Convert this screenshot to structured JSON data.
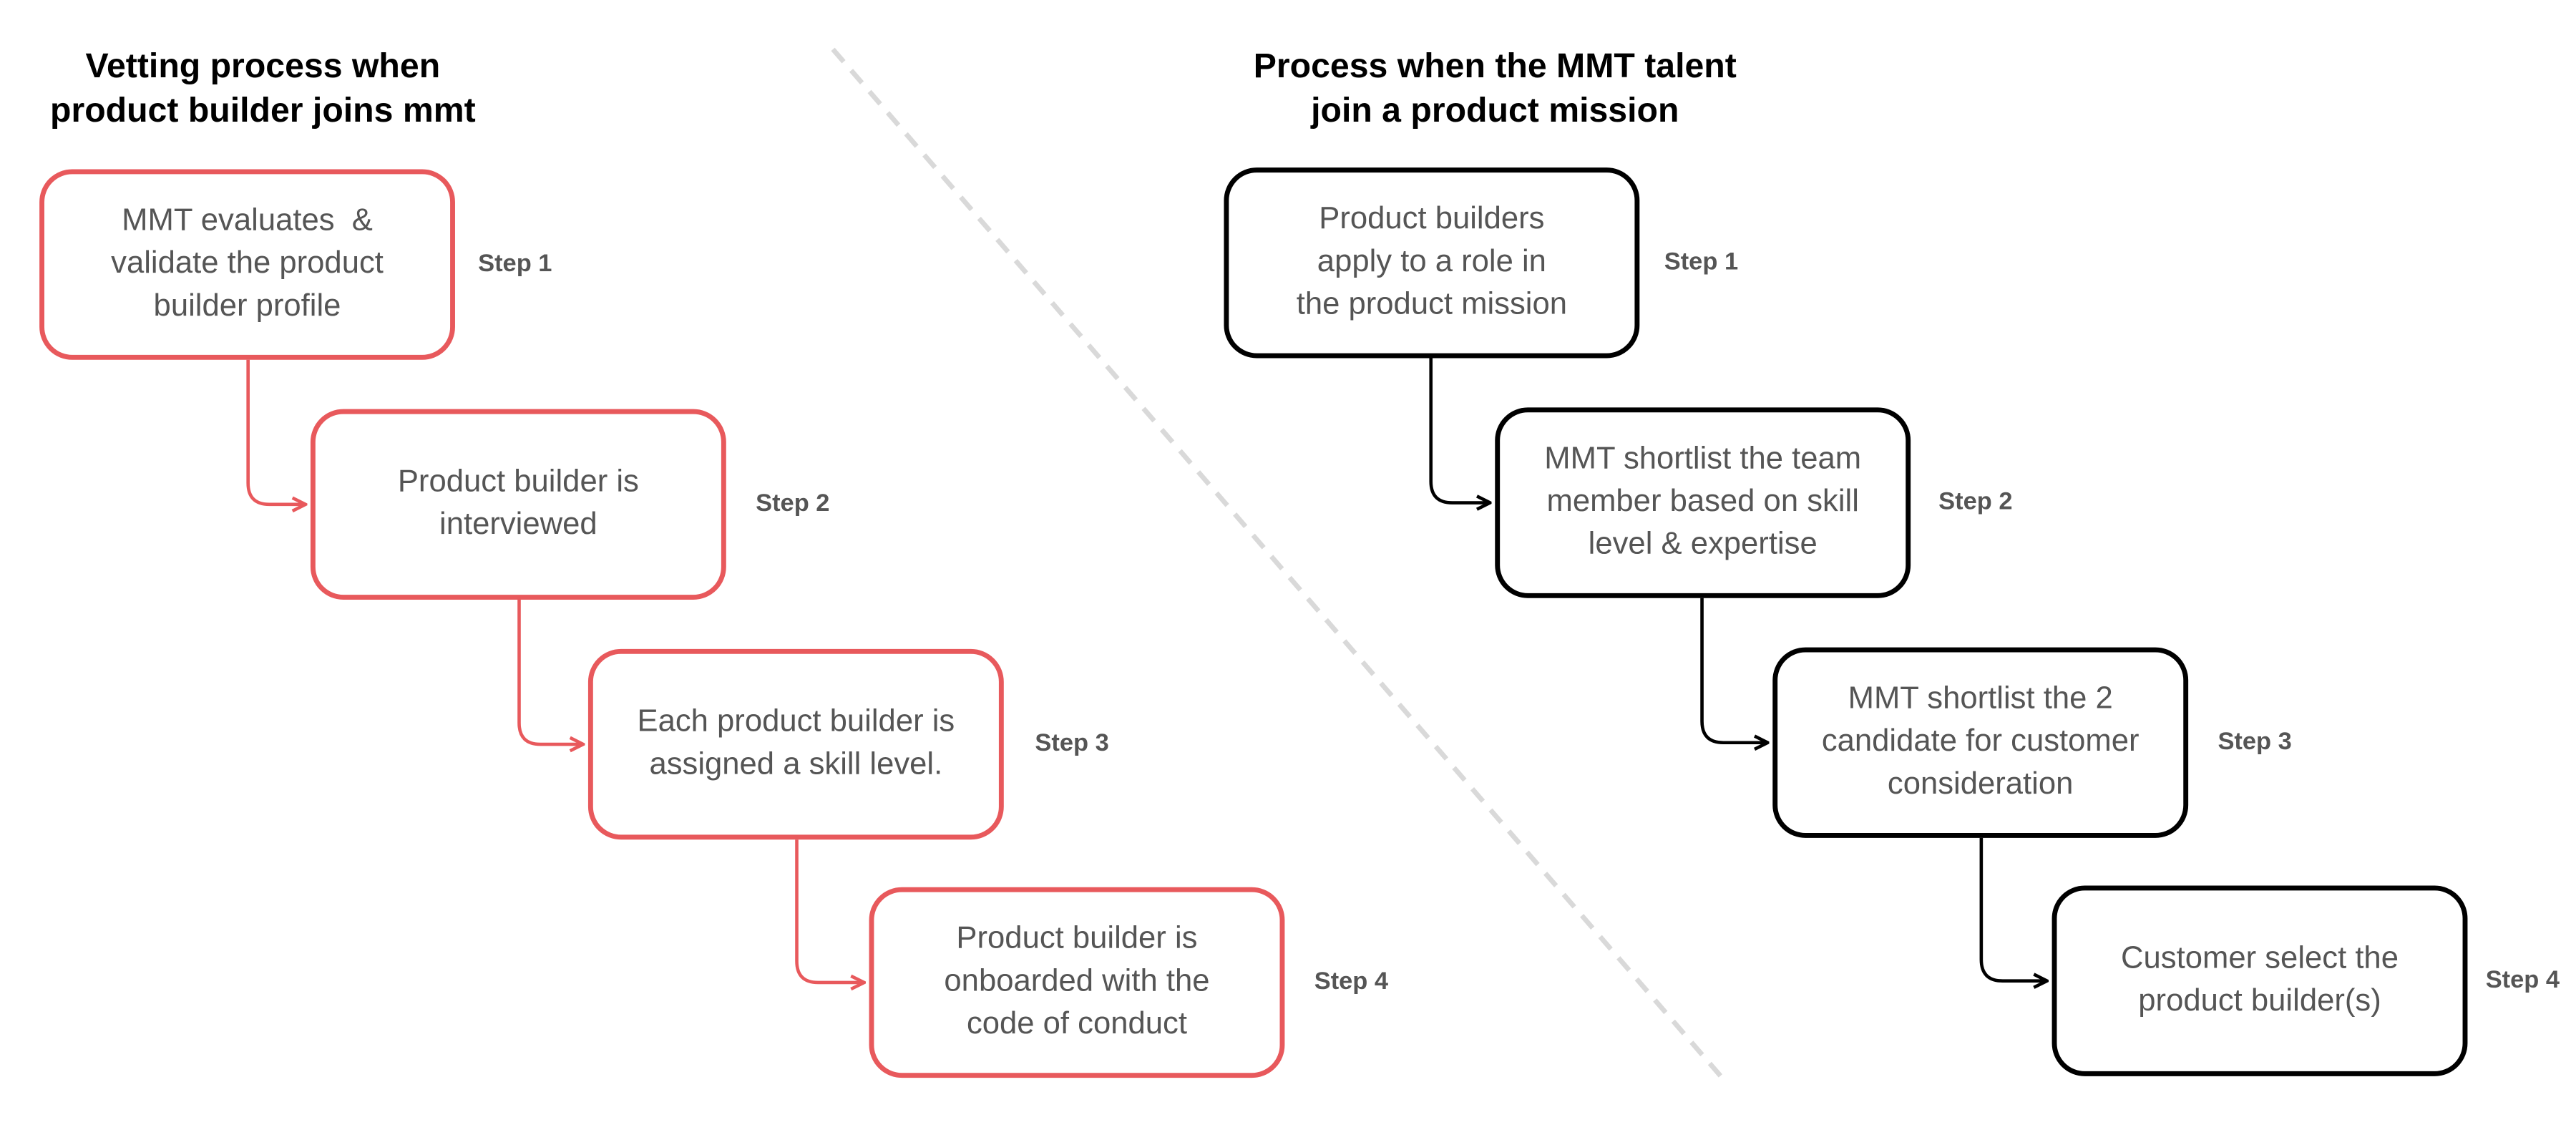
{
  "colors": {
    "left_accent": "#e8595c",
    "right_accent": "#000000",
    "box_text": "#555555",
    "divider": "#d9d9d9",
    "title_text": "#000000"
  },
  "left": {
    "title_lines": [
      "Vetting process when",
      "product builder joins mmt"
    ],
    "steps": [
      {
        "label": "Step 1",
        "lines": [
          "MMT evaluates  &",
          "validate the product",
          "builder profile"
        ]
      },
      {
        "label": "Step 2",
        "lines": [
          "Product builder is",
          "interviewed"
        ]
      },
      {
        "label": "Step 3",
        "lines": [
          "Each product builder is",
          "assigned a skill level."
        ]
      },
      {
        "label": "Step 4",
        "lines": [
          "Product builder is",
          "onboarded with the",
          "code of conduct"
        ]
      }
    ]
  },
  "right": {
    "title_lines": [
      "Process when the MMT talent",
      "join a product mission"
    ],
    "steps": [
      {
        "label": "Step 1",
        "lines": [
          "Product builders",
          "apply to a role in",
          "the product mission"
        ]
      },
      {
        "label": "Step 2",
        "lines": [
          "MMT shortlist the team",
          "member based on skill",
          "level & expertise"
        ]
      },
      {
        "label": "Step 3",
        "lines": [
          "MMT shortlist the 2",
          "candidate for customer",
          "consideration"
        ]
      },
      {
        "label": "Step 4",
        "lines": [
          "Customer select the",
          "product builder(s)"
        ]
      }
    ]
  }
}
